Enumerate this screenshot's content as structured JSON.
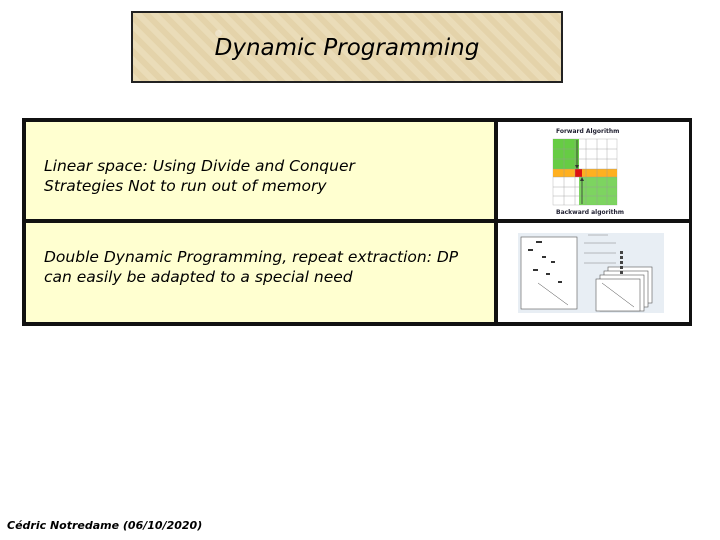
{
  "slide": {
    "title": "Dynamic Programming"
  },
  "rows": [
    {
      "text": "Linear space: Using Divide and Conquer Strategies Not to run out of memory",
      "figure": {
        "top_label": "Forward Algorithm",
        "bottom_label": "Backward algorithm"
      }
    },
    {
      "text": "Double Dynamic Programming, repeat extraction: DP can easily be adapted to a special need",
      "figure": {}
    }
  ],
  "footer": {
    "text": "Cédric Notredame (06/10/2020)"
  },
  "colors": {
    "title_bg": "#e8d9b2",
    "cell_bg": "#ffffd0",
    "grid_green": "#66cc44",
    "grid_orange": "#ffb020",
    "grid_red": "#dd1111"
  }
}
